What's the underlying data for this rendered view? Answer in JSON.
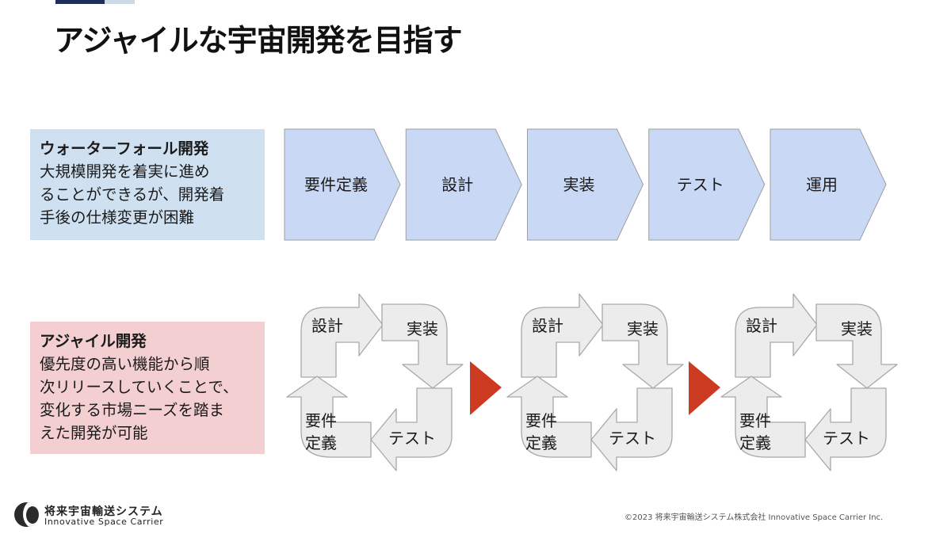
{
  "colors": {
    "navy": "#1f2d57",
    "accent_light": "#cfd9e6",
    "waterfall_box_bg": "#cfe0f1",
    "agile_box_bg": "#f4cfd2",
    "step_fill": "#c9d9f5",
    "step_stroke": "#9e9e9e",
    "cycle_fill": "#ececec",
    "cycle_stroke": "#a8a8a8",
    "connector_arrow": "#cc3a22"
  },
  "title": "アジャイルな宇宙開発を目指す",
  "waterfall": {
    "heading": "ウォーターフォール開発",
    "description": "大規模開発を着実に進め\nることができるが、開発着\n手後の仕様変更が困難",
    "steps": [
      "要件定義",
      "設計",
      "実装",
      "テスト",
      "運用"
    ]
  },
  "agile": {
    "heading": "アジャイル開発",
    "description": "優先度の高い機能から順\n次リリースしていくことで、\n変化する市場ニーズを踏ま\nえた開発が可能",
    "cycle_labels": {
      "design": "設計",
      "implement": "実装",
      "test": "テスト",
      "requirements_line1": "要件",
      "requirements_line2": "定義"
    },
    "cycle_count": 3,
    "connector_count": 2
  },
  "footer": {
    "company_jp": "将来宇宙輸送システム",
    "company_en": "Innovative Space Carrier",
    "copyright": "©2023 将来宇宙輸送システム株式会社 Innovative Space Carrier Inc."
  }
}
